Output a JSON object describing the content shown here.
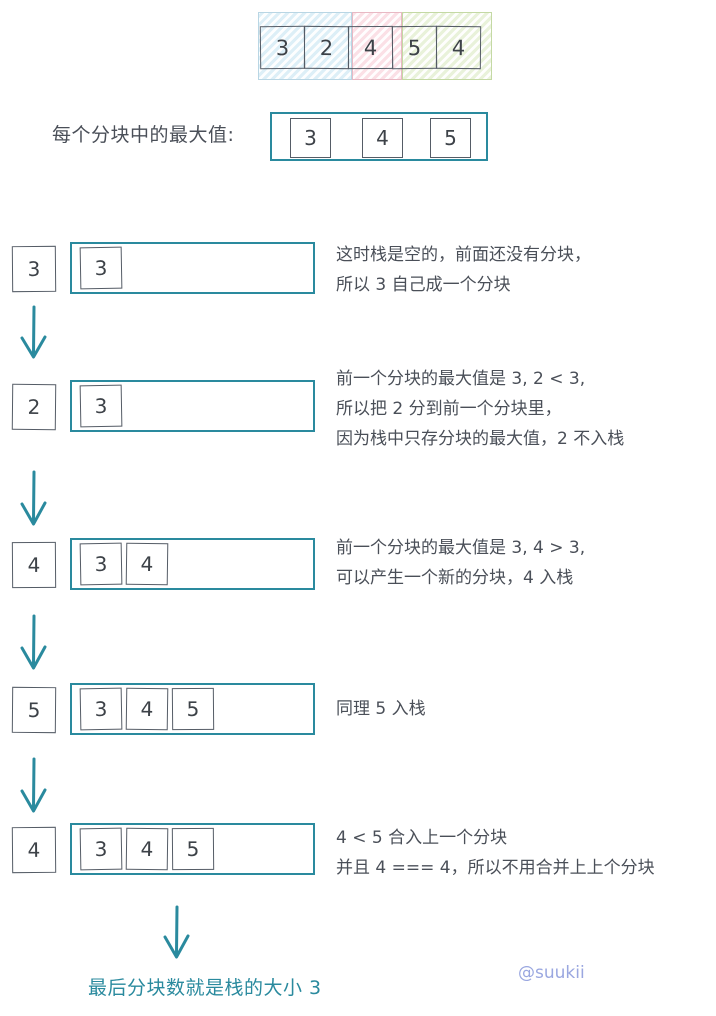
{
  "top_array": {
    "cells": [
      "3",
      "2",
      "4",
      "5",
      "4"
    ],
    "blocks": [
      {
        "color": "#ddeff7",
        "border": "#b9d6e4",
        "span": 2,
        "max": "3"
      },
      {
        "color": "#fbe0e6",
        "border": "#e8b9c4",
        "span": 1,
        "max": "4"
      },
      {
        "color": "#e9f2da",
        "border": "#c4d9a4",
        "span": 2,
        "max": "5"
      }
    ]
  },
  "max_row": {
    "label": "每个分块中的最大值:",
    "values": [
      "3",
      "4",
      "5"
    ],
    "border_color": "#2a8a9e"
  },
  "steps": [
    {
      "input": "3",
      "stack": [
        "3"
      ],
      "notes": [
        "这时栈是空的，前面还没有分块，",
        "所以 3 自己成一个分块"
      ]
    },
    {
      "input": "2",
      "stack": [
        "3"
      ],
      "notes": [
        "前一个分块的最大值是 3, 2 < 3,",
        "所以把 2 分到前一个分块里，",
        "因为栈中只存分块的最大值，2 不入栈"
      ]
    },
    {
      "input": "4",
      "stack": [
        "3",
        "4"
      ],
      "notes": [
        "前一个分块的最大值是 3, 4 > 3,",
        "可以产生一个新的分块，4 入栈"
      ]
    },
    {
      "input": "5",
      "stack": [
        "3",
        "4",
        "5"
      ],
      "notes": [
        "同理 5 入栈"
      ]
    },
    {
      "input": "4",
      "stack": [
        "3",
        "4",
        "5"
      ],
      "notes": [
        "4 < 5 合入上一个分块",
        "并且 4 === 4，所以不用合并上上个分块"
      ]
    }
  ],
  "conclusion": {
    "text": "最后分块数就是栈的大小 3",
    "color": "#2a8a9e"
  },
  "watermark": {
    "text": "@suukii",
    "color": "#9aa7e0"
  },
  "arrow": {
    "icon": "down-arrow-icon",
    "color": "#2a8a9e"
  }
}
